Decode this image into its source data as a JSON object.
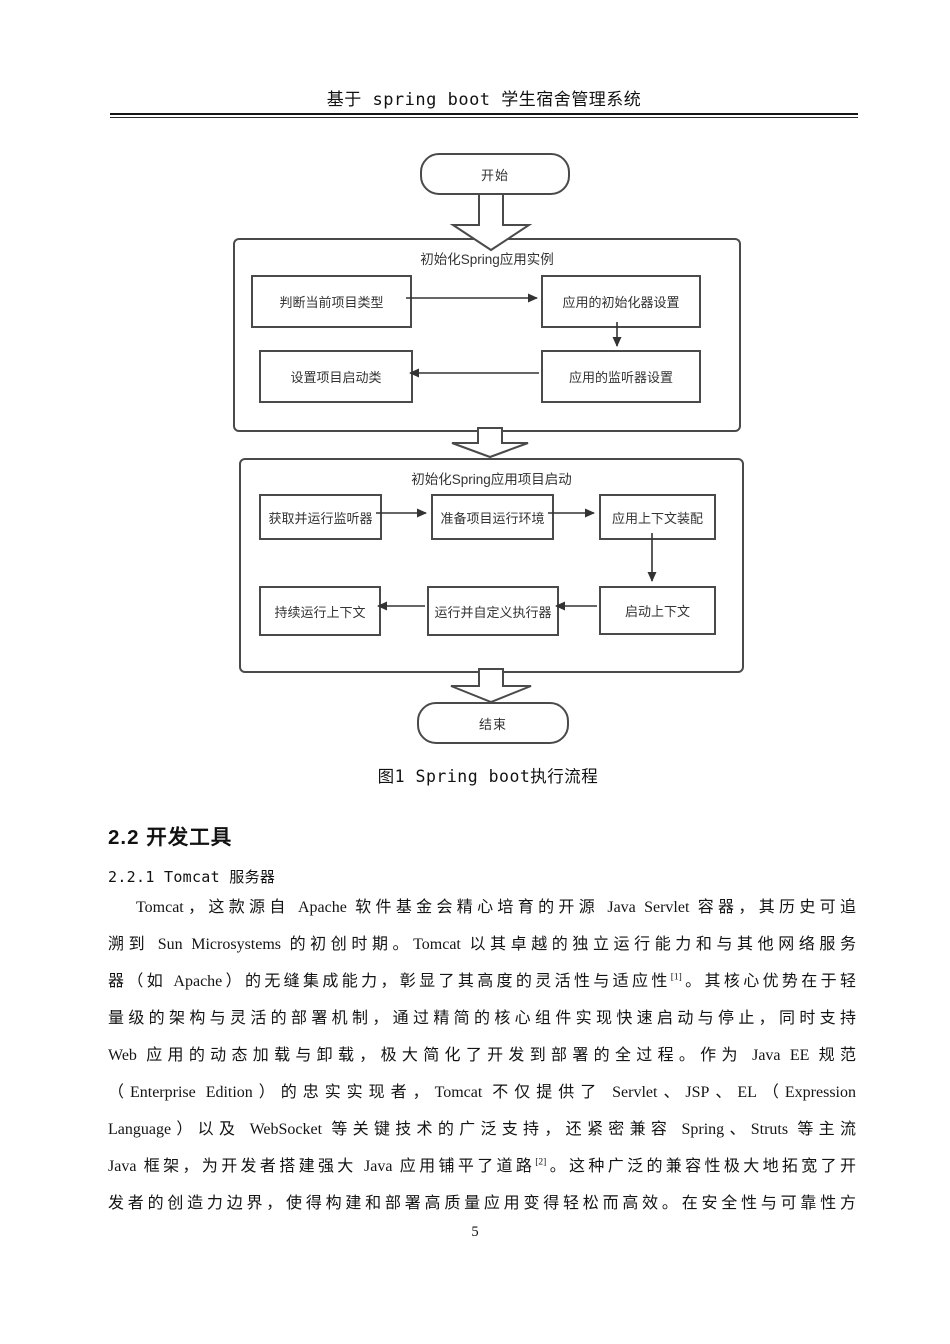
{
  "header": {
    "title": "基于 spring boot 学生宿舍管理系统"
  },
  "figure": {
    "start": "开始",
    "end": "结束",
    "caption": "图1 Spring boot执行流程",
    "stage1": {
      "title": "初始化Spring应用实例",
      "nodes": [
        "判断当前项目类型",
        "应用的初始化器设置",
        "应用的监听器设置",
        "设置项目启动类"
      ]
    },
    "stage2": {
      "title": "初始化Spring应用项目启动",
      "nodes": [
        "获取并运行监听器",
        "准备项目运行环境",
        "应用上下文装配",
        "启动上下文",
        "运行并自定义执行器",
        "持续运行上下文"
      ]
    }
  },
  "section": {
    "heading": "2.2 开发工具",
    "subheading": "2.2.1 Tomcat 服务器"
  },
  "paragraph": {
    "lines": [
      {
        "indent": true,
        "segments": [
          {
            "t": "Tomcat，这款源自 Apache 软件基金会精心培育的开源 Java Servlet 容器，其历史可追"
          }
        ]
      },
      {
        "indent": false,
        "segments": [
          {
            "t": "溯到 Sun Microsystems 的初创时期。Tomcat 以其卓越的独立运行能力和与其他网络服务"
          }
        ]
      },
      {
        "indent": false,
        "segments": [
          {
            "t": "器（如 Apache）的无缝集成能力，彰显了其高度的灵活性与适应性"
          },
          {
            "t": "[1]",
            "sup": true
          },
          {
            "t": "。其核心优势在于轻"
          }
        ]
      },
      {
        "indent": false,
        "segments": [
          {
            "t": "量级的架构与灵活的部署机制，通过精简的核心组件实现快速启动与停止，同时支持"
          }
        ]
      },
      {
        "indent": false,
        "segments": [
          {
            "t": "Web 应用的动态加载与卸载，极大简化了开发到部署的全过程。作为 Java EE 规范"
          }
        ]
      },
      {
        "indent": false,
        "segments": [
          {
            "t": "（Enterprise Edition）的忠实实现者，Tomcat 不仅提供了 Servlet、JSP、EL（Expression"
          }
        ]
      },
      {
        "indent": false,
        "segments": [
          {
            "t": "Language）以及 WebSocket 等关键技术的广泛支持，还紧密兼容 Spring、Struts 等主流"
          }
        ]
      },
      {
        "indent": false,
        "segments": [
          {
            "t": "Java 框架，为开发者搭建强大 Java 应用铺平了道路"
          },
          {
            "t": "[2]",
            "sup": true
          },
          {
            "t": "。这种广泛的兼容性极大地拓宽了开"
          }
        ]
      },
      {
        "indent": false,
        "segments": [
          {
            "t": "发者的创造力边界，使得构建和部署高质量应用变得轻松而高效。在安全性与可靠性方"
          }
        ]
      }
    ]
  },
  "page": {
    "number": "5"
  }
}
